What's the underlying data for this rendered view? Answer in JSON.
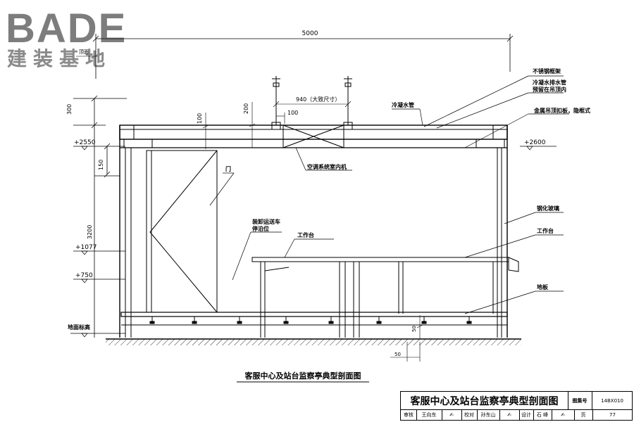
{
  "logo": {
    "brand": "BADE",
    "subtitle": "建装基地"
  },
  "drawing": {
    "caption": "客服中心及站台监察亭典型剖面图",
    "dimensions": {
      "overall_width": "5000",
      "ac_size": "940（大致尺寸）",
      "d100_top": "100",
      "d200": "200",
      "d100_left": "100",
      "d300": "300",
      "d150": "150",
      "d3200": "3200",
      "d50_floor": "50",
      "d50_bottom": "50"
    },
    "levels": {
      "l2550": "+2550",
      "l2600": "+2600",
      "l1077": "+1077",
      "l750": "+750",
      "ground": "地面标高",
      "top": "顶面"
    },
    "labels": {
      "stainless_frame": "不锈钢框架",
      "condensate_pipe": "冷凝水排水管",
      "reserved_hole": "预留在吊顶内",
      "cold_water": "冷凝水管",
      "metal_ceiling": "金属吊顶扣板，隐框式",
      "ac_unit": "空调系统室内机",
      "door": "门",
      "cart_area": "装卸运送车",
      "cart_area2": "停泊位",
      "workbench_left": "工作台",
      "tempered_glass": "钢化玻璃",
      "workbench_right": "工作台",
      "floor": "地板"
    }
  },
  "title_block": {
    "title": "客服中心及站台监察亭典型剖面图",
    "atlas_label": "图集号",
    "atlas_no": "14BX010",
    "review_label": "审核",
    "reviewer": "王向东",
    "check_label": "校对",
    "checker": "孙东山",
    "design_label": "设计",
    "designer": "石 峰",
    "page_label": "页",
    "page_no": "77"
  }
}
